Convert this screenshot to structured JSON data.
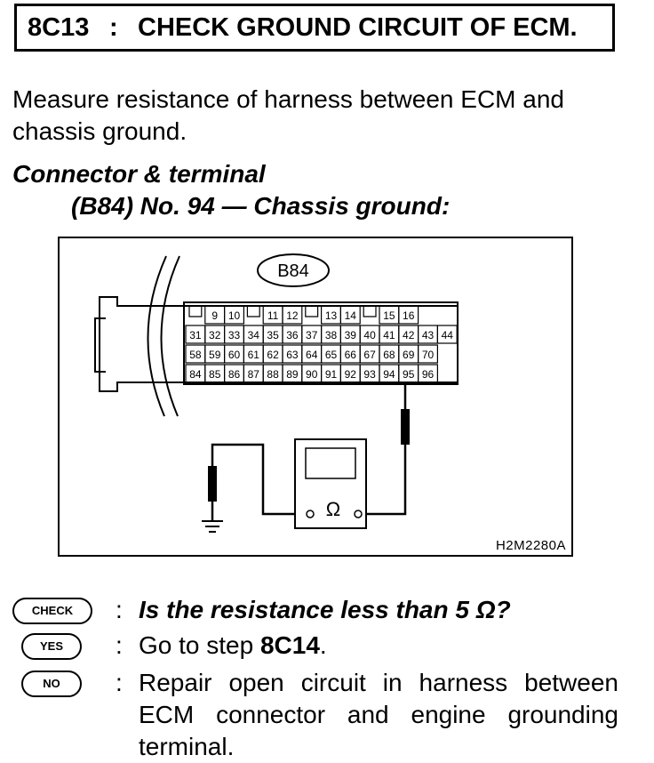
{
  "header": {
    "step_id": "8C13",
    "colon": ":",
    "title": "CHECK GROUND CIRCUIT OF ECM."
  },
  "instruction": "Measure resistance of harness between ECM and chassis ground.",
  "connector_terminal": {
    "heading": "Connector & terminal",
    "spec": "(B84) No. 94 — Chassis ground:"
  },
  "diagram": {
    "connector_label": "B84",
    "figure_code": "H2M2280A",
    "meter_symbol": "Ω",
    "terminal_rows": [
      [
        "",
        "9",
        "10",
        "",
        "11",
        "12",
        "",
        "13",
        "14",
        "",
        "15",
        "16"
      ],
      [
        "31",
        "32",
        "33",
        "34",
        "35",
        "36",
        "37",
        "38",
        "39",
        "40",
        "41",
        "42",
        "43",
        "44"
      ],
      [
        "58",
        "59",
        "60",
        "61",
        "62",
        "63",
        "64",
        "65",
        "66",
        "67",
        "68",
        "69",
        "70"
      ],
      [
        "84",
        "85",
        "86",
        "87",
        "88",
        "89",
        "90",
        "91",
        "92",
        "93",
        "94",
        "95",
        "96"
      ]
    ]
  },
  "qa": {
    "check_badge": "CHECK",
    "check_question": "Is the resistance less than 5 Ω?",
    "yes_badge": "YES",
    "yes_prefix": "Go to step ",
    "yes_step": "8C14",
    "yes_suffix": ".",
    "no_badge": "NO",
    "no_answer": "Repair open circuit in harness between ECM connector and engine grounding terminal.",
    "colon": ":"
  }
}
